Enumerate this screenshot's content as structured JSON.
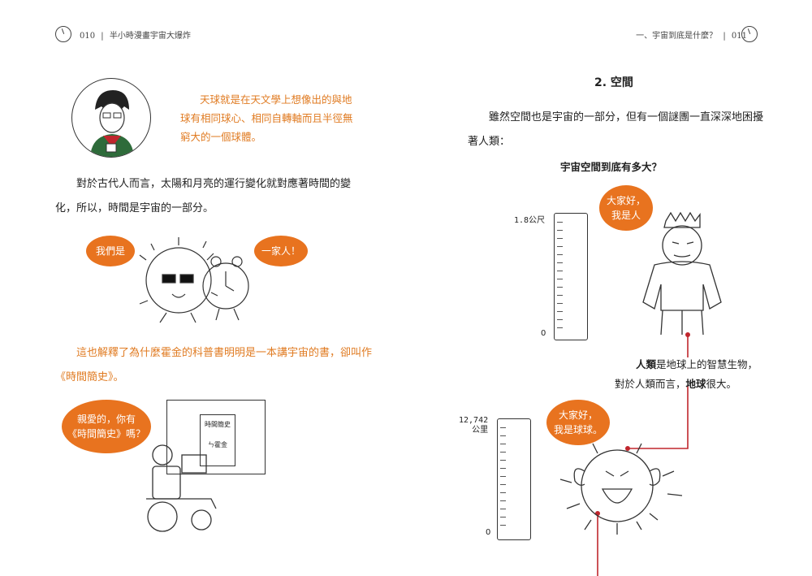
{
  "header_left": {
    "page": "010",
    "title": "半小時漫畫宇宙大爆炸"
  },
  "header_right": {
    "chapter": "一、宇宙到底是什麼？",
    "page": "011"
  },
  "left": {
    "quote": [
      "天球就是在天文學上想像出的與地",
      "球有相同球心、相同自轉軸而且半徑無",
      "窮大的一個球體。"
    ],
    "para1": [
      "對於古代人而言，太陽和月亮的運行變化就對應著時間的變",
      "化，所以，時間是宇宙的一部分。"
    ],
    "bubble_we": "我們是",
    "bubble_family": "一家人！",
    "para2": [
      "這也解釋了為什麼霍金的科普書明明是一本講宇宙的書，卻叫作",
      "《時間簡史》。"
    ],
    "bubble_hawking": [
      "親愛的，你有",
      "《時間簡史》嗎？"
    ],
    "book": [
      "時間簡史",
      "ㄣ霍金"
    ]
  },
  "right": {
    "section_title": "2. 空間",
    "intro": [
      "雖然空間也是宇宙的一部分，但有一個謎團一直深深地困擾",
      "著人類："
    ],
    "question": "宇宙空間到底有多大？",
    "ruler1_top": "1.8公尺",
    "ruler1_bottom": "0",
    "bubble_human": [
      "大家好，",
      "我是人"
    ],
    "human_note1_bold1": "人類",
    "human_note1_rest": "是地球上的智慧生物，",
    "human_note2_a": "對於人類而言，",
    "human_note2_bold": "地球",
    "human_note2_b": "很大。",
    "ruler2_top": [
      "12,742",
      "公里"
    ],
    "ruler2_bottom": "0",
    "bubble_earth": [
      "大家好，",
      "我是球球。"
    ]
  },
  "colors": {
    "accent": "#e8731f",
    "accent_text": "#e07b22",
    "line": "#c0262d"
  }
}
